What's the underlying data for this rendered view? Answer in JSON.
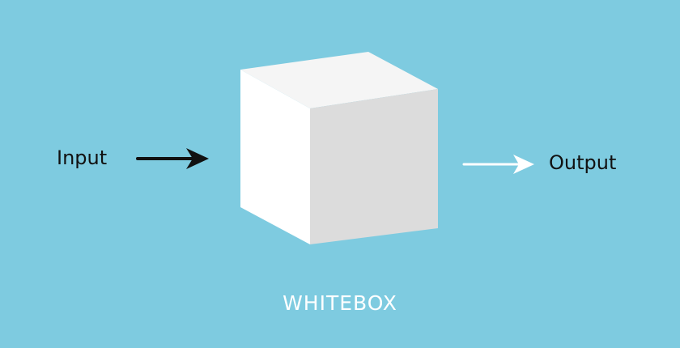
{
  "diagram": {
    "input_label": "Input",
    "output_label": "Output",
    "caption": "WHITEBOX"
  },
  "colors": {
    "background": "#7ecbe0",
    "cube_top": "#f5f5f5",
    "cube_front": "#ffffff",
    "cube_right": "#dcdcdc",
    "input_arrow": "#111111",
    "output_arrow": "#ffffff",
    "caption": "#ffffff"
  }
}
